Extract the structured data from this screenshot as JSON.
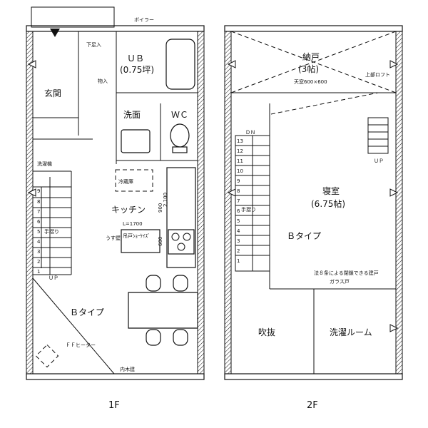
{
  "floor1": {
    "label": "1F",
    "rooms": {
      "entrance": "玄関",
      "shoe_storage": "下足入",
      "storage": "物入",
      "ub": "ＵＢ",
      "ub_size": "(0.75坪)",
      "washroom": "洗面",
      "wc": "ＷＣ",
      "laundry": "洗濯機",
      "fridge": "冷蔵庫",
      "kitchen": "キッチン",
      "type": "Ｂタイプ"
    },
    "notes": {
      "boiler": "ボイラー",
      "handrail": "手摺り",
      "up": "ＵＰ",
      "kitchen_length": "L=1700",
      "dim_900": "900",
      "dim_2100": "2,100",
      "dim_600": "600",
      "thin_wall": "うす壁",
      "hanging_cabinet": "吊戸ｼｮｰｹｲｽﾞ",
      "ff_heater": "ＦＦヒーター",
      "inner_post": "内木建"
    },
    "stair_steps": [
      "9",
      "8",
      "7",
      "6",
      "5",
      "4",
      "3",
      "2",
      "1"
    ]
  },
  "floor2": {
    "label": "2F",
    "rooms": {
      "closet": "納戸",
      "closet_size": "(3帖)",
      "bedroom": "寝室",
      "bedroom_size": "(6.75帖)",
      "type": "Ｂタイプ",
      "void": "吹抜",
      "laundry_room": "洗濯ルーム"
    },
    "notes": {
      "skylight": "天窓600×600",
      "loft": "上部ロフト",
      "dn": "ＤＮ",
      "up": "ＵＰ",
      "handrail": "手摺り",
      "law_note": "法８条による閉鎖できる建戸",
      "glass_door": "ガラス戸"
    },
    "stair_steps": [
      "13",
      "12",
      "11",
      "10",
      "9",
      "8",
      "7",
      "6",
      "5",
      "4",
      "3",
      "2",
      "1"
    ]
  }
}
